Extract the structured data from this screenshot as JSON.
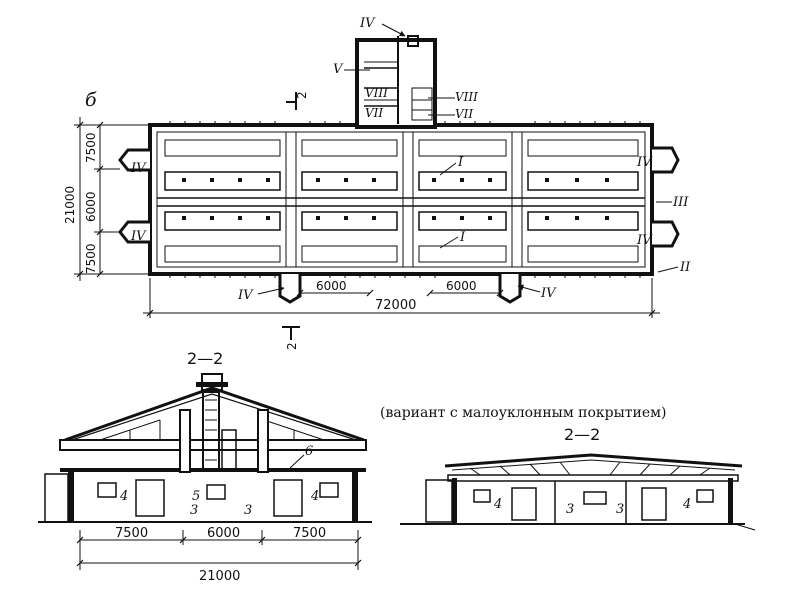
{
  "plan": {
    "label": "б",
    "dimensions": {
      "bay_left_top": "7500",
      "bay_left_mid": "6000",
      "bay_left_bottom": "7500",
      "total_width": "21000",
      "bay_bottom_a": "6000",
      "bay_bottom_b": "6000",
      "total_length": "72000"
    },
    "section_marks": {
      "top": "2",
      "bottom": "2"
    },
    "callouts": {
      "iv_top": "IV",
      "v": "V",
      "viii_left": "VIII",
      "vii_left": "VII",
      "viii_right": "VIII",
      "vii_right": "VII",
      "iv_left_top": "IV",
      "iv_left_bottom": "IV",
      "iv_right_top": "IV",
      "iv_right_bottom": "IV",
      "iii": "III",
      "ii": "II",
      "i_top": "I",
      "i_bottom": "I",
      "iv_bottom_left": "IV",
      "iv_bottom_right": "IV"
    }
  },
  "section_left": {
    "title": "2—2",
    "callouts": {
      "n6": "6",
      "n5": "5",
      "n3a": "3",
      "n3b": "3",
      "n4a": "4",
      "n4b": "4"
    },
    "dimensions": {
      "bay_a": "7500",
      "bay_b": "6000",
      "bay_c": "7500",
      "total": "21000"
    }
  },
  "section_right": {
    "caption": "(вариант с малоуклонным покрытием)",
    "title": "2—2",
    "callouts": {
      "n4a": "4",
      "n3a": "3",
      "n3b": "3",
      "n4b": "4"
    }
  }
}
